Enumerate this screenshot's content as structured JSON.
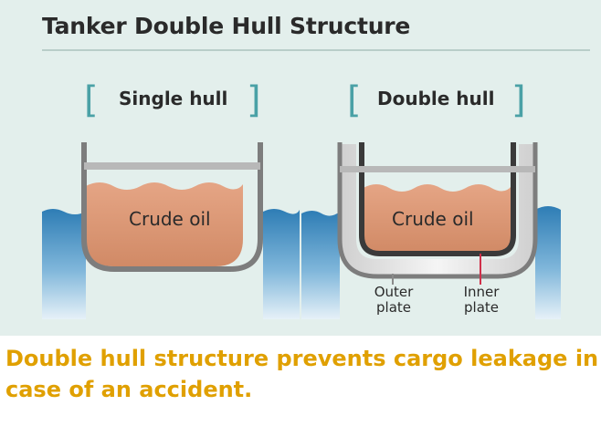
{
  "title": "Tanker Double Hull Structure",
  "single_hull": {
    "label": "Single hull",
    "oil_label": "Crude oil"
  },
  "double_hull": {
    "label": "Double hull",
    "oil_label": "Crude oil",
    "outer_plate_label": "Outer\nplate",
    "inner_plate_label": "Inner\nplate"
  },
  "caption": "Double hull structure prevents cargo leakage in case of an accident.",
  "colors": {
    "panel_bg": "#e3efec",
    "sea": "#2f7fb6",
    "oil": "#d89370",
    "hull_outer": "#7d7d7d",
    "inner_plate": "#3a3a3a",
    "bracket": "#4aa1a6",
    "caption": "#e0a000",
    "plate_marker_outer": "#8a8a8a",
    "plate_marker_inner": "#d0304a"
  }
}
